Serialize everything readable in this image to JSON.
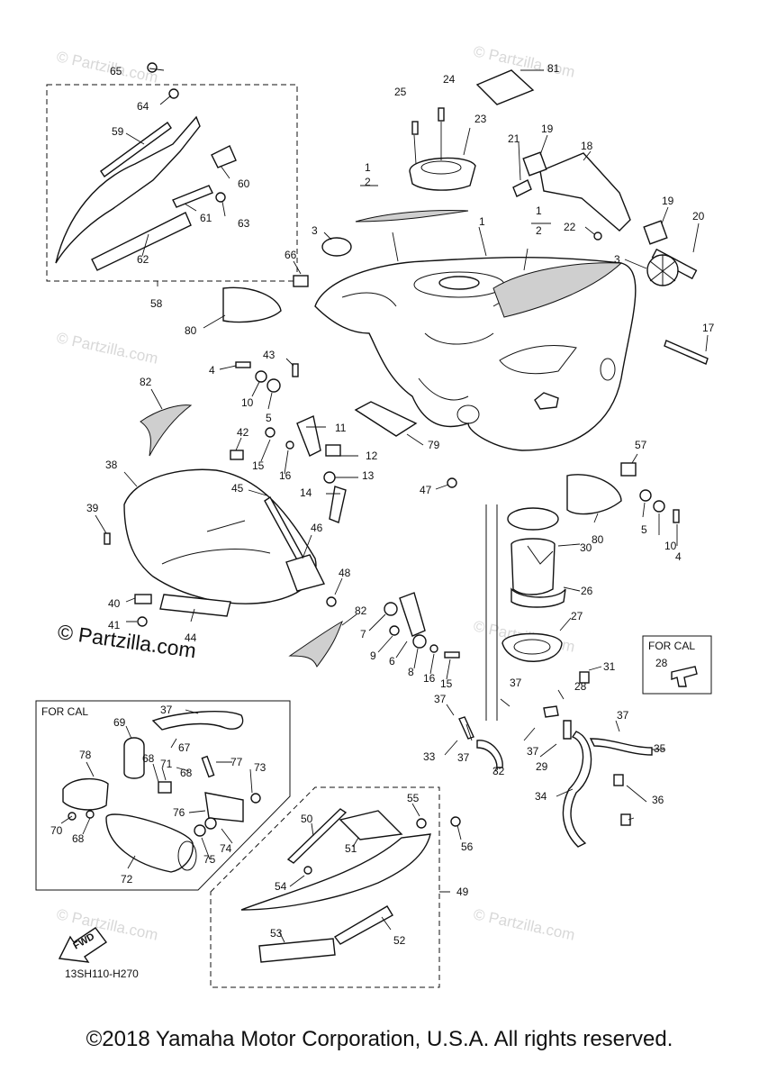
{
  "watermark": "© Partzilla.com",
  "partzilla_mark": "© Partzilla.com",
  "copyright": "©2018 Yamaha Motor Corporation, U.S.A. All rights reserved.",
  "diagram_code": "13SH110-H270",
  "fwd_label": "FWD",
  "for_cal_label": "FOR CAL",
  "set_labels": {
    "one": "1",
    "two": "2"
  },
  "callouts": {
    "c1": "1",
    "c3a": "3",
    "c3b": "3",
    "c4a": "4",
    "c4b": "4",
    "c5a": "5",
    "c5b": "5",
    "c6": "6",
    "c7": "7",
    "c8": "8",
    "c9": "9",
    "c10a": "10",
    "c10b": "10",
    "c11": "11",
    "c12": "12",
    "c13": "13",
    "c14": "14",
    "c15a": "15",
    "c15b": "15",
    "c16a": "16",
    "c16b": "16",
    "c17": "17",
    "c18": "18",
    "c19a": "19",
    "c19b": "19",
    "c20": "20",
    "c21": "21",
    "c22": "22",
    "c23": "23",
    "c24": "24",
    "c25": "25",
    "c26": "26",
    "c27": "27",
    "c28a": "28",
    "c28b": "28",
    "c29": "29",
    "c30": "30",
    "c31": "31",
    "c32": "32",
    "c33": "33",
    "c34": "34",
    "c35": "35",
    "c36": "36",
    "c37a": "37",
    "c37b": "37",
    "c37c": "37",
    "c37d": "37",
    "c37e": "37",
    "c37f": "37",
    "c38": "38",
    "c39": "39",
    "c40": "40",
    "c41": "41",
    "c42": "42",
    "c43": "43",
    "c44": "44",
    "c45": "45",
    "c46": "46",
    "c47": "47",
    "c48": "48",
    "c49": "49",
    "c50": "50",
    "c51": "51",
    "c52": "52",
    "c53": "53",
    "c54": "54",
    "c55": "55",
    "c56": "56",
    "c57": "57",
    "c58": "58",
    "c59": "59",
    "c60": "60",
    "c61": "61",
    "c62": "62",
    "c63": "63",
    "c64": "64",
    "c65": "65",
    "c66": "66",
    "c67": "67",
    "c68a": "68",
    "c68b": "68",
    "c68c": "68",
    "c69": "69",
    "c70": "70",
    "c71": "71",
    "c72": "72",
    "c73": "73",
    "c74": "74",
    "c75": "75",
    "c76": "76",
    "c77": "77",
    "c78": "78",
    "c79": "79",
    "c80a": "80",
    "c80b": "80",
    "c81": "81",
    "c82a": "82",
    "c82b": "82"
  },
  "colors": {
    "ink": "#111111",
    "watermark": "#d8d8d8",
    "decal_fill": "#cfcfcf"
  }
}
